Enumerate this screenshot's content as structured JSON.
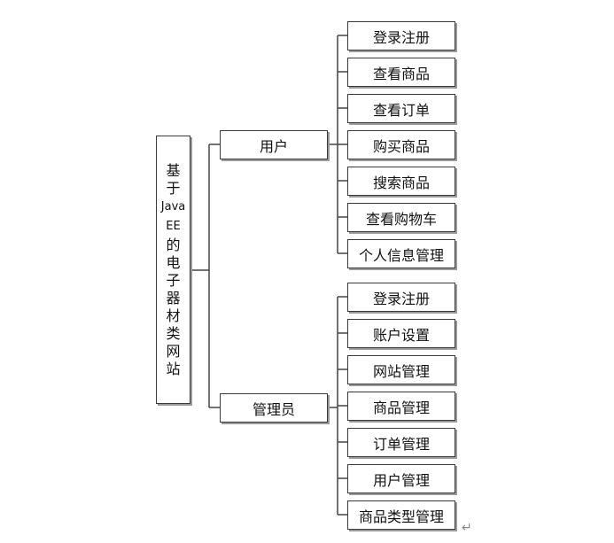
{
  "root": {
    "lines": [
      "基",
      "于",
      "Java",
      "EE",
      "的",
      "电",
      "子",
      "器",
      "材",
      "类",
      "网",
      "站"
    ]
  },
  "branches": [
    {
      "label": "用户",
      "children": [
        "登录注册",
        "查看商品",
        "查看订单",
        "购买商品",
        "搜索商品",
        "查看购物车",
        "个人信息管理"
      ]
    },
    {
      "label": "管理员",
      "children": [
        "登录注册",
        "账户设置",
        "网站管理",
        "商品管理",
        "订单管理",
        "用户管理",
        "商品类型管理"
      ]
    }
  ],
  "return_mark": "↵"
}
